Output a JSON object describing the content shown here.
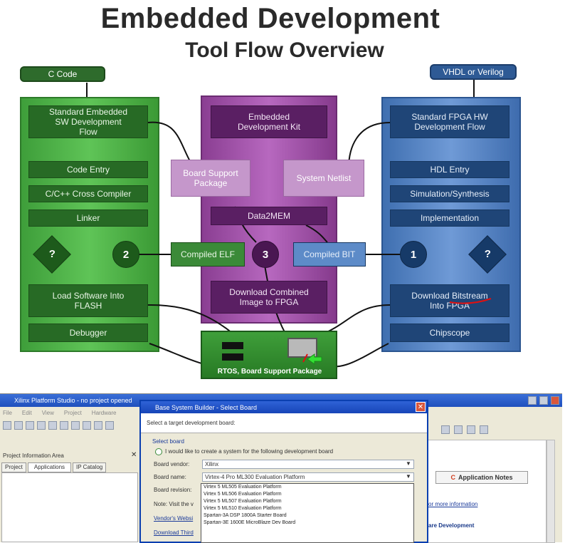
{
  "title": "Embedded Development",
  "subtitle": "Tool Flow Overview",
  "inputs": {
    "c_code": "C Code",
    "vhdl": "VHDL or Verilog"
  },
  "left_column": {
    "header": "Standard Embedded SW Development Flow",
    "steps": [
      "Code Entry",
      "C/C++ Cross Compiler",
      "Linker"
    ],
    "decision": "?",
    "step_number": "2",
    "load": "Load Software Into FLASH",
    "debugger": "Debugger"
  },
  "center_column": {
    "header": "Embedded Development Kit",
    "bsp": "Board Support Package",
    "netlist": "System Netlist",
    "data2mem": "Data2MEM",
    "compiled_elf": "Compiled ELF",
    "step_number": "3",
    "compiled_bit": "Compiled BIT",
    "download": "Download Combined Image to FPGA"
  },
  "right_column": {
    "header": "Standard FPGA HW Development Flow",
    "steps": [
      "HDL Entry",
      "Simulation/Synthesis",
      "Implementation"
    ],
    "decision": "?",
    "step_number": "1",
    "download": "Download Bitstream Into FPGA",
    "chipscope": "Chipscope"
  },
  "board": {
    "label": "RTOS, Board Support Package"
  },
  "colors": {
    "green": "#2d7a29",
    "purple": "#6b2c72",
    "blue": "#2b5590"
  },
  "screenshot": {
    "main_window_title": "Xilinx Platform Studio - no project opened",
    "menu": [
      "File",
      "Edit",
      "View",
      "Project",
      "Hardware"
    ],
    "left_pane_title": "Project Information Area",
    "left_tabs": [
      "Project",
      "Applications",
      "IP Catalog"
    ],
    "dialog_title": "Base System Builder - Select Board",
    "dialog_prompt": "Select a target development board:",
    "group_label": "Select board",
    "radio_label": "I would like to create a system for the following development board",
    "vendor_label": "Board vendor:",
    "vendor_value": "Xilinx",
    "name_label": "Board name:",
    "name_value": "Virtex-4 Pro ML300 Evaluation Platform",
    "revision_label": "Board revision:",
    "note_label": "Note: Visit the v",
    "vendor_link": "Vendor's Websi",
    "download_link": "Download Third",
    "board_options": [
      "Virtex 5 ML505 Evaluation Platform",
      "Virtex 5 ML506 Evaluation Platform",
      "Virtex 5 ML507 Evaluation Platform",
      "Virtex 5 ML510 Evaluation Platform",
      "Spartan-3A DSP 1800A Starter Board",
      "Spartan-3E 1600E MicroBlaze Dev Board"
    ],
    "right_button": "Application Notes",
    "right_link": "or more information",
    "right_heading": "are Development"
  }
}
